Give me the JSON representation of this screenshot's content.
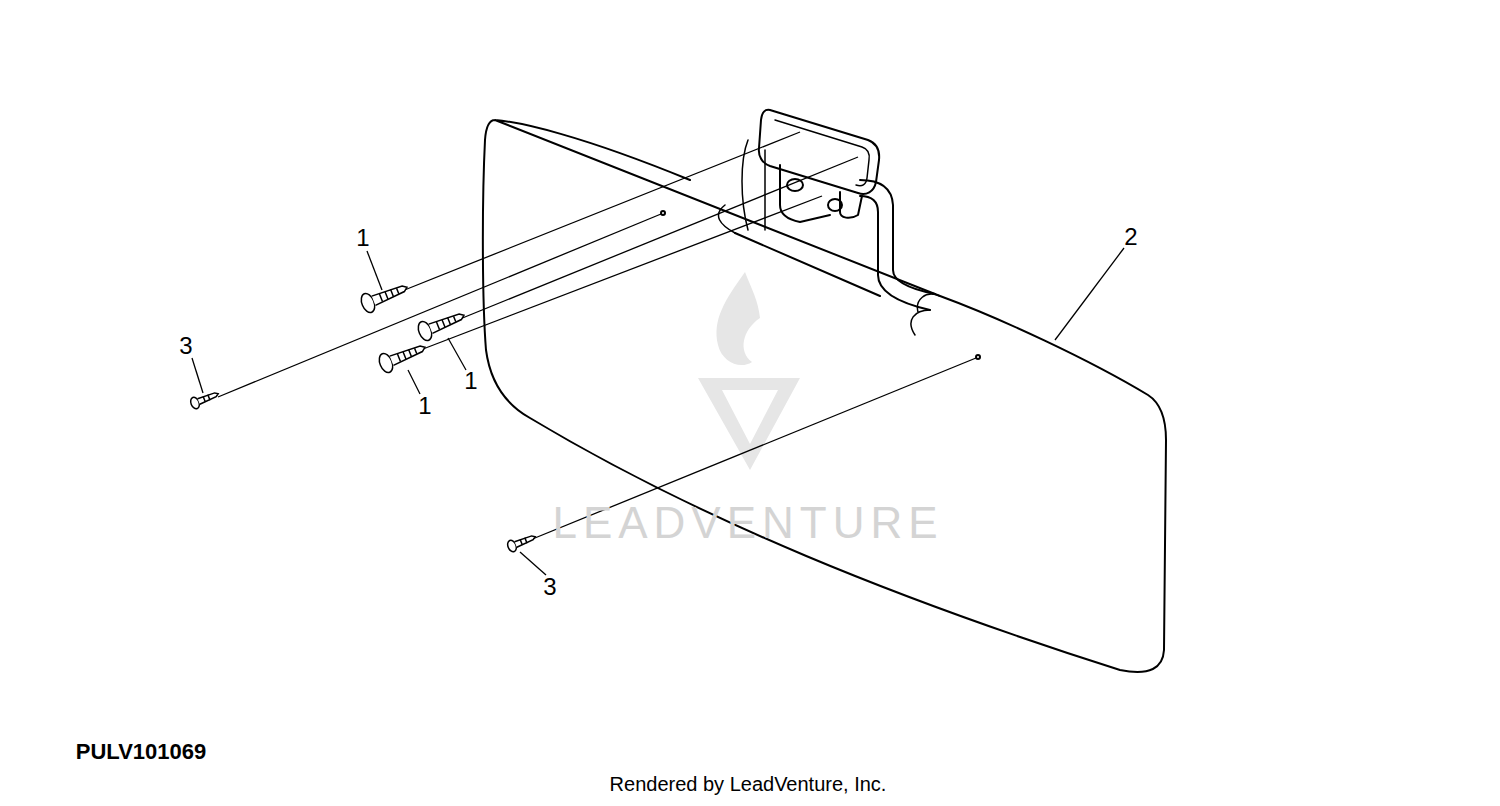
{
  "diagram": {
    "labels": [
      "1",
      "3",
      "1",
      "1",
      "2",
      "3",
      "PULV101069",
      "Rendered by LeadVenture, Inc.",
      "LEADVENTURE"
    ]
  }
}
